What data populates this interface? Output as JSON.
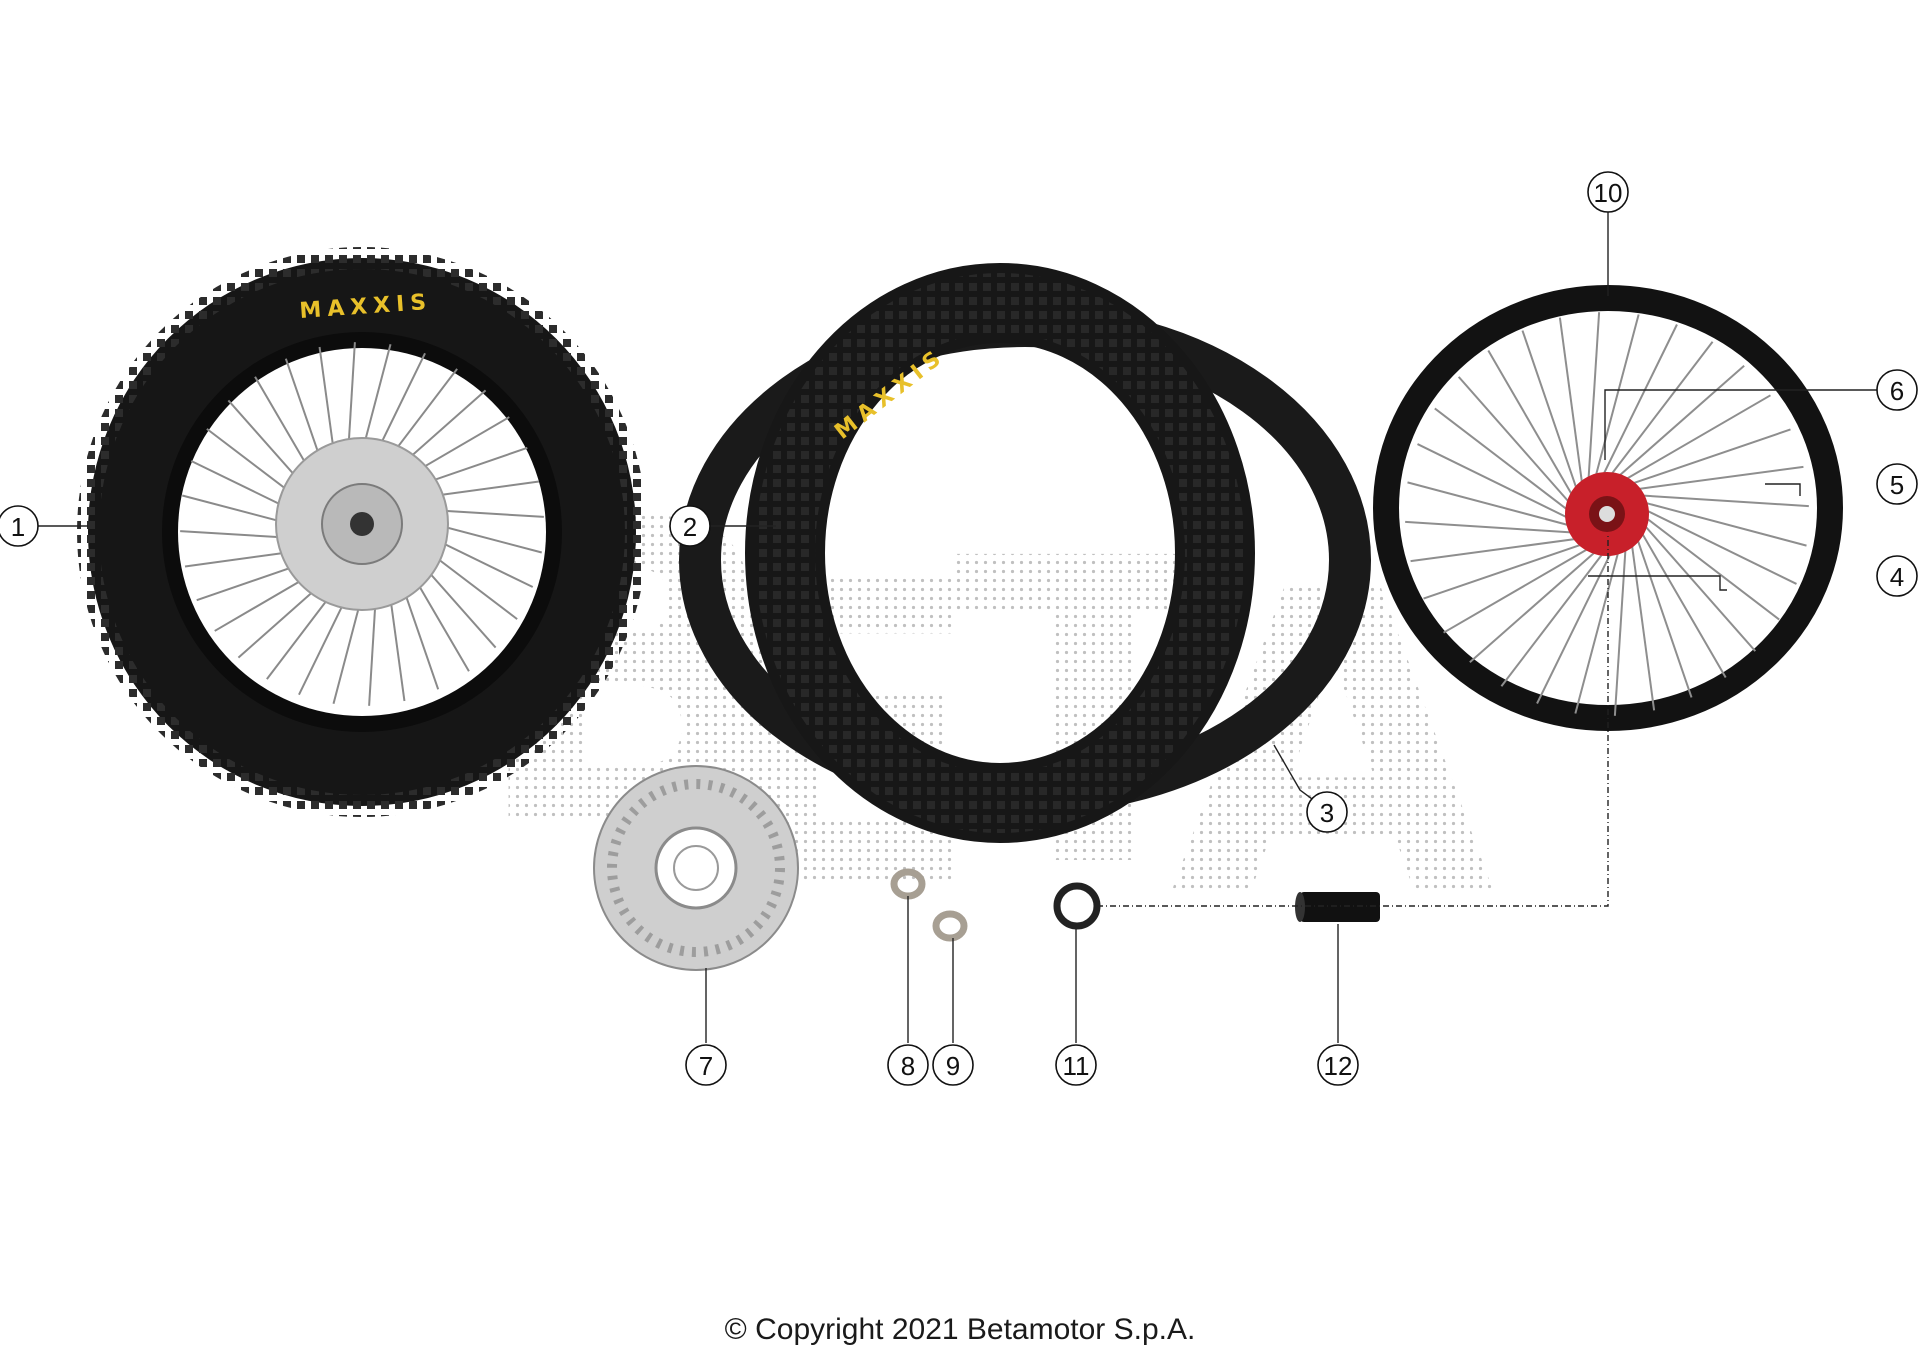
{
  "tire_brand": "MAXXIS",
  "copyright": "© Copyright 2021 Betamotor S.p.A.",
  "watermark_letters": [
    "B",
    "E",
    "T",
    "A"
  ],
  "callouts": [
    {
      "id": "1",
      "label": "1"
    },
    {
      "id": "2",
      "label": "2"
    },
    {
      "id": "3",
      "label": "3"
    },
    {
      "id": "4",
      "label": "4"
    },
    {
      "id": "5",
      "label": "5"
    },
    {
      "id": "6",
      "label": "6"
    },
    {
      "id": "7",
      "label": "7"
    },
    {
      "id": "8",
      "label": "8"
    },
    {
      "id": "9",
      "label": "9"
    },
    {
      "id": "10",
      "label": "10"
    },
    {
      "id": "11",
      "label": "11"
    },
    {
      "id": "12",
      "label": "12"
    }
  ],
  "colors": {
    "tire": "#1b1b1b",
    "rim": "#111111",
    "hub_red": "#c8202a",
    "rotor": "#c9c9c9",
    "brand": "#e8c02a",
    "watermark": "#9a9a9a"
  }
}
